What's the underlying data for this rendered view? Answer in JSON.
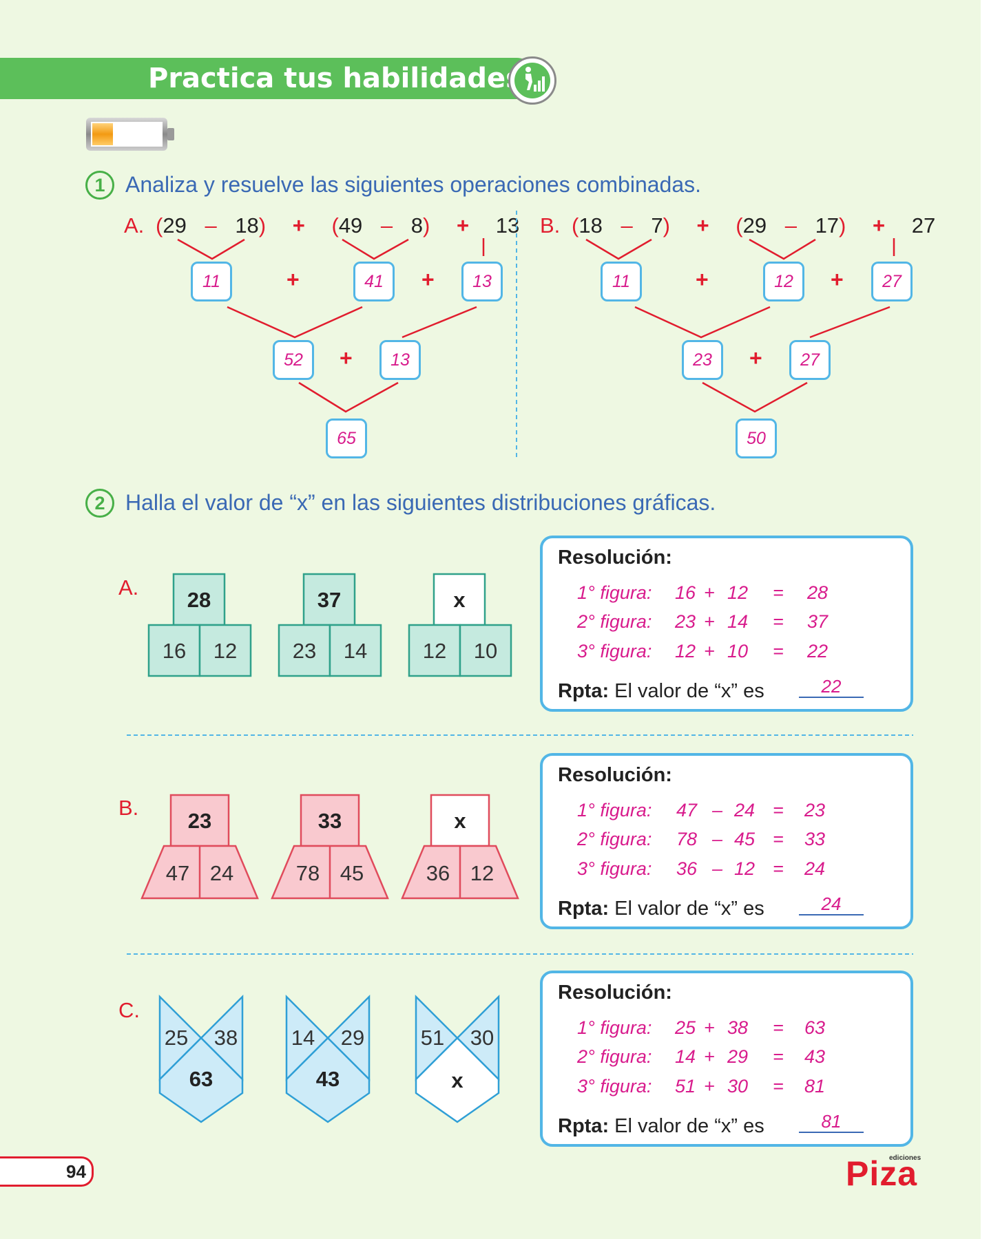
{
  "banner": {
    "title": "Practica tus habilidades"
  },
  "q1": {
    "number": "1",
    "text": "Analiza y resuelve las siguientes operaciones combinadas.",
    "a": {
      "letter": "A.",
      "expr": [
        "(",
        "29",
        "–",
        "18",
        ")",
        "+",
        "(",
        "49",
        "–",
        "8",
        ")",
        "+",
        "13"
      ],
      "level1": [
        "11",
        "41",
        "13"
      ],
      "level2": [
        "52",
        "13"
      ],
      "level3": "65"
    },
    "b": {
      "letter": "B.",
      "expr": [
        "(",
        "18",
        "–",
        "7",
        ")",
        "+",
        "(",
        "29",
        "–",
        "17",
        ")",
        "+",
        "27"
      ],
      "level1": [
        "11",
        "12",
        "27"
      ],
      "level2": [
        "23",
        "27"
      ],
      "level3": "50"
    },
    "plus": "+"
  },
  "q2": {
    "number": "2",
    "text": "Halla el valor de “x” en las siguientes distribuciones gráficas.",
    "resolution_title": "Resolución:",
    "rpta_label": "Rpta:",
    "rpta_text": "El valor de “x” es",
    "a": {
      "letter": "A.",
      "figures": [
        {
          "top": "28",
          "left": "16",
          "right": "12"
        },
        {
          "top": "37",
          "left": "23",
          "right": "14"
        },
        {
          "top": "x",
          "left": "12",
          "right": "10"
        }
      ],
      "lines": [
        {
          "label": "1° figura:",
          "a": "16",
          "op": "+",
          "b": "12",
          "eq": "=",
          "r": "28"
        },
        {
          "label": "2° figura:",
          "a": "23",
          "op": "+",
          "b": "14",
          "eq": "=",
          "r": "37"
        },
        {
          "label": "3° figura:",
          "a": "12",
          "op": "+",
          "b": "10",
          "eq": "=",
          "r": "22"
        }
      ],
      "answer": "22"
    },
    "b": {
      "letter": "B.",
      "figures": [
        {
          "top": "23",
          "left": "47",
          "right": "24"
        },
        {
          "top": "33",
          "left": "78",
          "right": "45"
        },
        {
          "top": "x",
          "left": "36",
          "right": "12"
        }
      ],
      "lines": [
        {
          "label": "1° figura:",
          "a": "47",
          "op": "–",
          "b": "24",
          "eq": "=",
          "r": "23"
        },
        {
          "label": "2° figura:",
          "a": "78",
          "op": "–",
          "b": "45",
          "eq": "=",
          "r": "33"
        },
        {
          "label": "3° figura:",
          "a": "36",
          "op": "–",
          "b": "12",
          "eq": "=",
          "r": "24"
        }
      ],
      "answer": "24"
    },
    "c": {
      "letter": "C.",
      "figures": [
        {
          "bottom": "63",
          "left": "25",
          "right": "38"
        },
        {
          "bottom": "43",
          "left": "14",
          "right": "29"
        },
        {
          "bottom": "x",
          "left": "51",
          "right": "30"
        }
      ],
      "lines": [
        {
          "label": "1° figura:",
          "a": "25",
          "op": "+",
          "b": "38",
          "eq": "=",
          "r": "63"
        },
        {
          "label": "2° figura:",
          "a": "14",
          "op": "+",
          "b": "29",
          "eq": "=",
          "r": "43"
        },
        {
          "label": "3° figura:",
          "a": "51",
          "op": "+",
          "b": "30",
          "eq": "=",
          "r": "81"
        }
      ],
      "answer": "81"
    }
  },
  "footer": {
    "page": "94",
    "publisher_small": "ediciones",
    "publisher": "Piza"
  },
  "colors": {
    "green": "#5cbf5a",
    "blue": "#52b6e6",
    "red": "#e11d2e",
    "magenta": "#d81b8c",
    "teal": "#c5eadf",
    "pink": "#f9c9cf",
    "cyan": "#cdebf8"
  }
}
